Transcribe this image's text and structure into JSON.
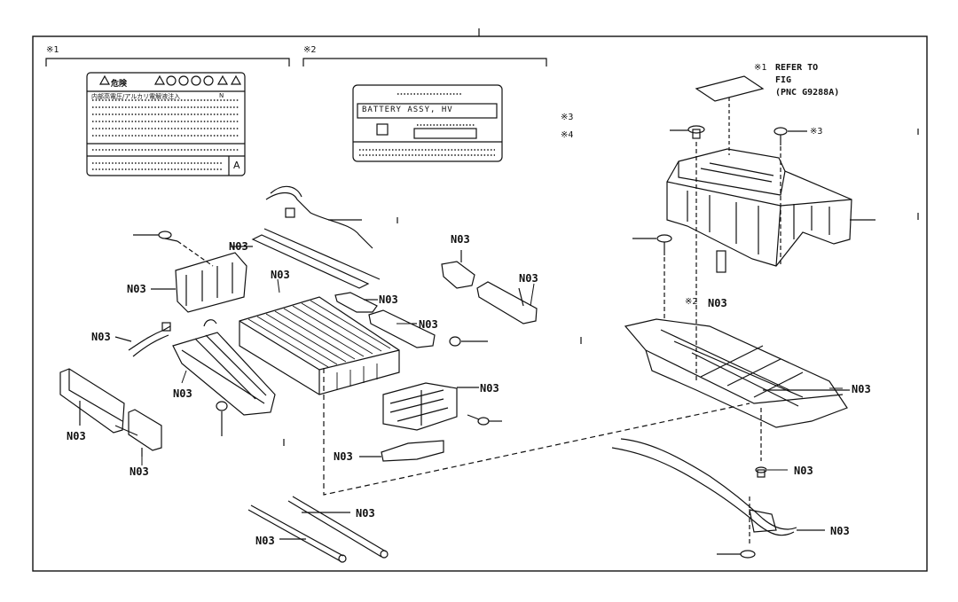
{
  "diagram": {
    "part_code": "N03",
    "groups": {
      "group1_mark": "※1",
      "group2_mark": "※2"
    },
    "warning_label": {
      "title": "危険",
      "subtitle": "内部高電圧/アルカリ電解液注入",
      "corner_code": "N",
      "corner_letter": "A"
    },
    "battery_plate": {
      "text": "BATTERY ASSY, HV"
    },
    "notes": {
      "refer_mark": "※1",
      "refer_line1": "REFER TO",
      "refer_line2": "FIG",
      "refer_line3": "(PNC G9288A)",
      "mark3a": "※3",
      "mark4": "※4",
      "mark3b": "※3",
      "mark2": "※2"
    }
  }
}
